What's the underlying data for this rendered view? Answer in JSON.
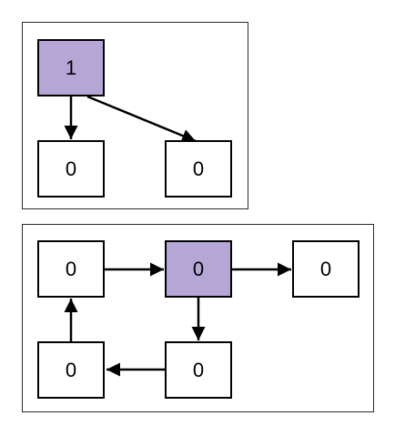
{
  "colors": {
    "highlight": "#b4a7d6",
    "default": "#ffffff"
  },
  "panels": [
    {
      "id": "top",
      "nodes": [
        {
          "id": "t1",
          "label": "1",
          "highlighted": true
        },
        {
          "id": "t2",
          "label": "0",
          "highlighted": false
        },
        {
          "id": "t3",
          "label": "0",
          "highlighted": false
        }
      ],
      "edges": [
        {
          "from": "t1",
          "to": "t2"
        },
        {
          "from": "t1",
          "to": "t3"
        }
      ]
    },
    {
      "id": "bottom",
      "nodes": [
        {
          "id": "b1",
          "label": "0",
          "highlighted": false
        },
        {
          "id": "b2",
          "label": "0",
          "highlighted": true
        },
        {
          "id": "b3",
          "label": "0",
          "highlighted": false
        },
        {
          "id": "b4",
          "label": "0",
          "highlighted": false
        },
        {
          "id": "b5",
          "label": "0",
          "highlighted": false
        }
      ],
      "edges": [
        {
          "from": "b1",
          "to": "b2"
        },
        {
          "from": "b2",
          "to": "b3"
        },
        {
          "from": "b2",
          "to": "b5"
        },
        {
          "from": "b5",
          "to": "b4"
        },
        {
          "from": "b4",
          "to": "b1"
        }
      ]
    }
  ]
}
